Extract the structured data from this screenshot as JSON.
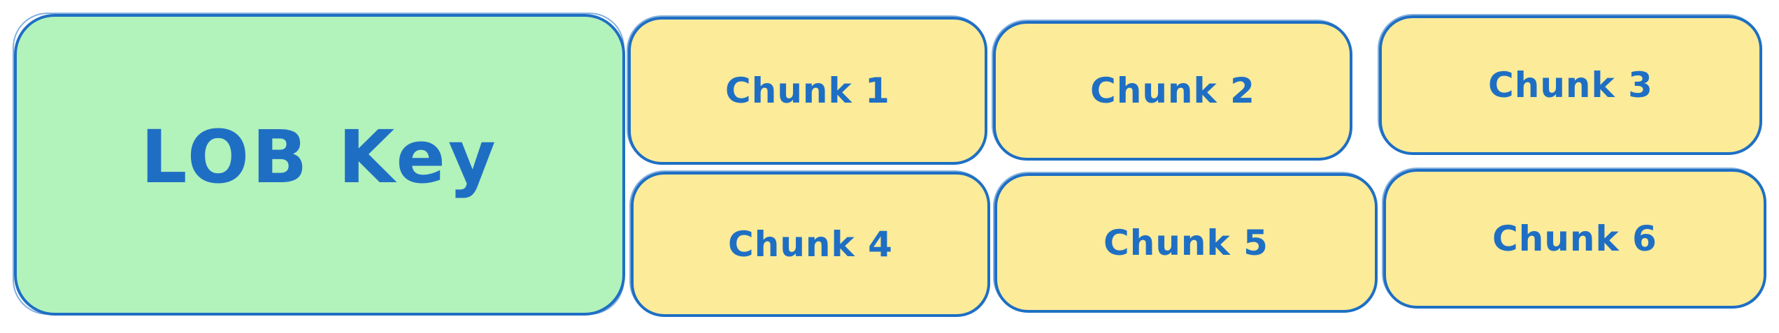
{
  "lob_key": {
    "label": "LOB Key"
  },
  "chunks": [
    {
      "label": "Chunk 1"
    },
    {
      "label": "Chunk 2"
    },
    {
      "label": "Chunk 3"
    },
    {
      "label": "Chunk 4"
    },
    {
      "label": "Chunk 5"
    },
    {
      "label": "Chunk 6"
    }
  ],
  "colors": {
    "stroke": "#1e6fc4",
    "key_fill": "#b2f2bb",
    "chunk_fill": "#fceb99"
  }
}
